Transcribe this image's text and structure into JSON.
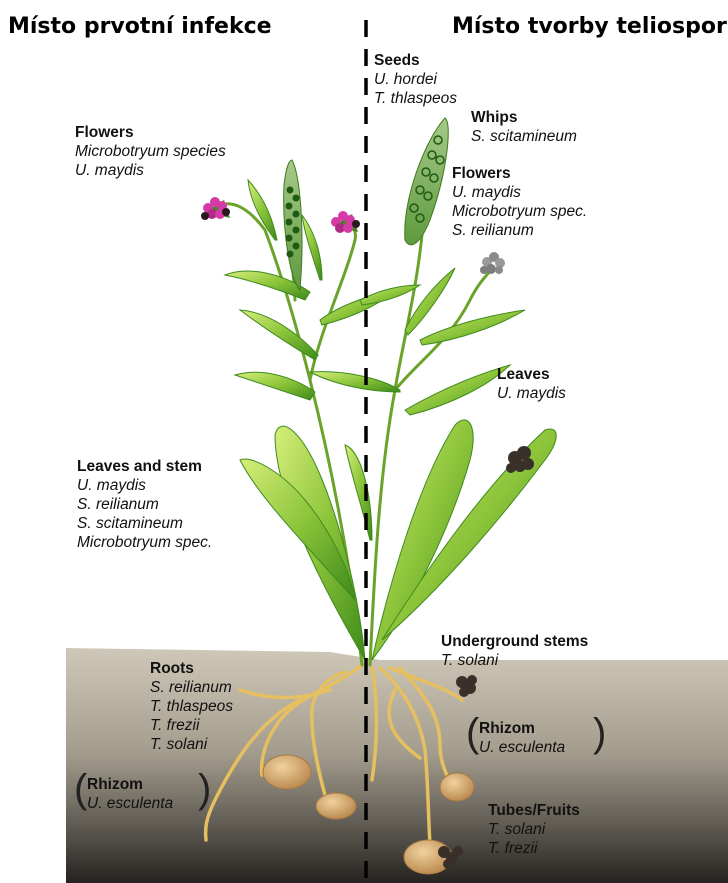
{
  "headings": {
    "left": "Místo prvotní infekce",
    "right": "Místo tvorby teliospor"
  },
  "labels": {
    "flowers_left": {
      "title": "Flowers",
      "species": [
        "Microbotryum species",
        "U. maydis"
      ]
    },
    "seeds": {
      "title": "Seeds",
      "species": [
        "U. hordei",
        "T. thlaspeos"
      ]
    },
    "whips": {
      "title": "Whips",
      "species": [
        "S. scitamineum"
      ]
    },
    "flowers_right": {
      "title": "Flowers",
      "species": [
        "U. maydis",
        "Microbotryum spec.",
        "S. reilianum"
      ]
    },
    "leaves": {
      "title": "Leaves",
      "species": [
        "U. maydis"
      ]
    },
    "leaves_stem": {
      "title": "Leaves and stem",
      "species": [
        "U. maydis",
        "S. reilianum",
        "S. scitamineum",
        "Microbotryum spec."
      ]
    },
    "underground": {
      "title": "Underground stems",
      "species": [
        "T. solani"
      ]
    },
    "roots": {
      "title": "Roots",
      "species": [
        "S. reilianum",
        "T. thlaspeos",
        "T. frezii",
        "T. solani"
      ]
    },
    "rhizome_right": {
      "title": "Rhizom",
      "species": [
        "U. esculenta"
      ]
    },
    "rhizome_left": {
      "title": "Rhizom",
      "species": [
        "U. esculenta"
      ]
    },
    "tubes": {
      "title": "Tubes/Fruits",
      "species": [
        "T. solani",
        "T. frezii"
      ]
    }
  },
  "colors": {
    "soil_top": "#cbc4b5",
    "soil_bottom": "#2b2925",
    "leaf_light": "#b8dc4c",
    "leaf_dark": "#4a9a1e",
    "root": "#e2bd5a",
    "tuber": "#cfa36a",
    "flower_magenta": "#d63aa6",
    "spore_dark": "#3a2f28"
  }
}
